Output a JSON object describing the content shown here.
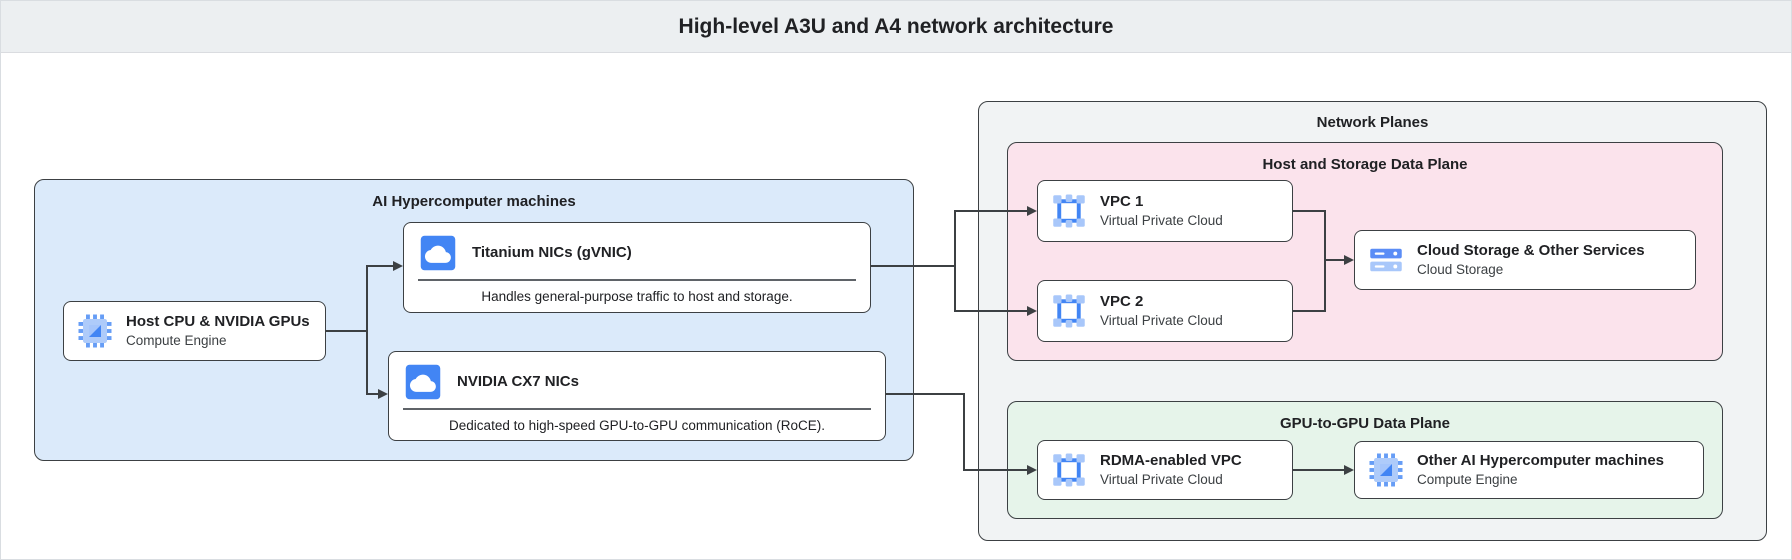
{
  "page": {
    "title": "High-level A3U and A4 network architecture"
  },
  "groups": {
    "ai_machines": {
      "label": "AI Hypercomputer machines"
    },
    "network_planes": {
      "label": "Network Planes"
    },
    "host_storage_plane": {
      "label": "Host and Storage Data Plane"
    },
    "gpu_plane": {
      "label": "GPU-to-GPU Data Plane"
    }
  },
  "nodes": {
    "host_cpu": {
      "title": "Host CPU & NVIDIA GPUs",
      "subtitle": "Compute Engine",
      "icon": "compute-engine-icon"
    },
    "titanium_nics": {
      "title": "Titanium NICs (gVNIC)",
      "description": "Handles general-purpose traffic to host and storage.",
      "icon": "cloud-icon"
    },
    "nvidia_cx7_nics": {
      "title": "NVIDIA CX7 NICs",
      "description": "Dedicated to high-speed GPU-to-GPU communication (RoCE).",
      "icon": "cloud-icon"
    },
    "vpc1": {
      "title": "VPC 1",
      "subtitle": "Virtual Private Cloud",
      "icon": "vpc-icon"
    },
    "vpc2": {
      "title": "VPC 2",
      "subtitle": "Virtual Private Cloud",
      "icon": "vpc-icon"
    },
    "cloud_storage": {
      "title": "Cloud Storage & Other Services",
      "subtitle": "Cloud Storage",
      "icon": "cloud-storage-icon"
    },
    "rdma_vpc": {
      "title": "RDMA-enabled VPC",
      "subtitle": "Virtual Private Cloud",
      "icon": "vpc-icon"
    },
    "other_machines": {
      "title": "Other AI Hypercomputer machines",
      "subtitle": "Compute Engine",
      "icon": "compute-engine-icon"
    }
  },
  "colors": {
    "header_bg": "#eceff1",
    "ai_machines_bg": "#dbeafa",
    "network_planes_bg": "#f1f3f4",
    "host_storage_plane_bg": "#fbe3ec",
    "gpu_plane_bg": "#e6f4ea",
    "box_border": "#3c4043",
    "accent_blue": "#4285f4",
    "accent_blue_light": "#a8c7fa"
  }
}
